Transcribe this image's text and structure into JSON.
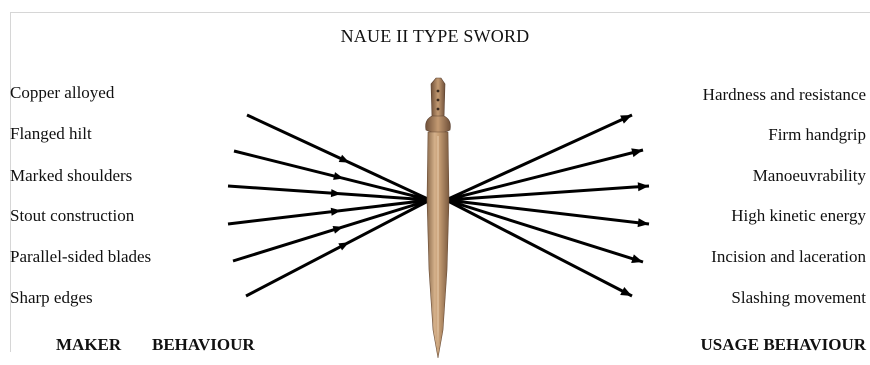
{
  "title": "NAUE II TYPE SWORD",
  "left_labels": [
    "Copper alloyed",
    "Flanged hilt",
    "Marked shoulders",
    "Stout construction",
    "Parallel-sided blades",
    "Sharp edges"
  ],
  "right_labels": [
    "Hardness and resistance",
    "Firm handgrip",
    "Manoeuvrability",
    "High kinetic energy",
    "Incision and laceration",
    "Slashing movement"
  ],
  "footer": {
    "maker_word": "MAKER",
    "behaviour_word": "BEHAVIOUR",
    "usage": "USAGE BEHAVIOUR"
  },
  "colors": {
    "arrow": "#000000",
    "sword_light": "#c9a27a",
    "sword_dark": "#7e5e43"
  }
}
